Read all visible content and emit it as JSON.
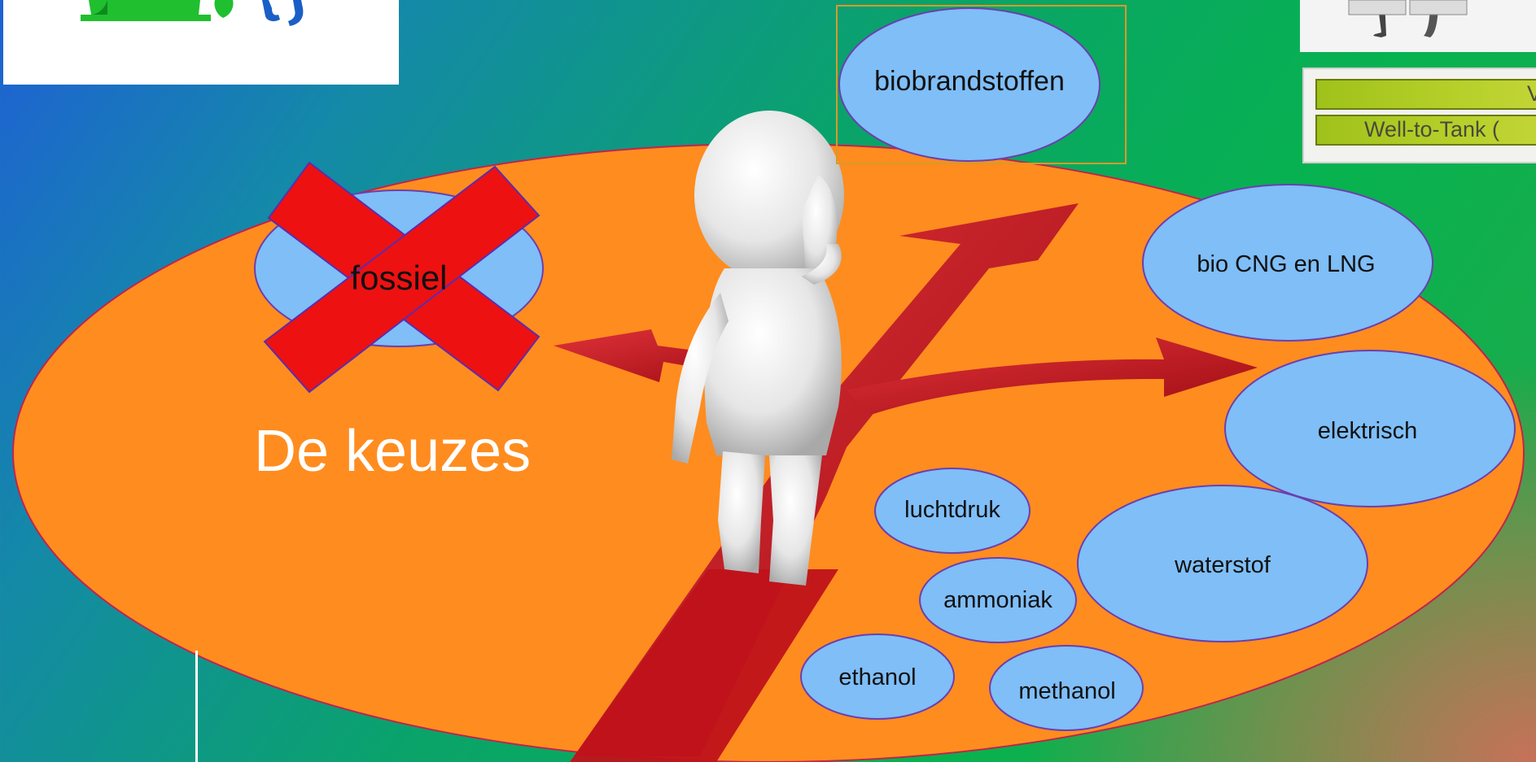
{
  "slide": {
    "title": "De keuzes",
    "choices": {
      "fossiel": "fossiel",
      "biobrandstoffen": "biobrandstoffen",
      "bio_cng_lng": "bio CNG en LNG",
      "elektrisch": "elektrisch",
      "waterstof": "waterstof",
      "luchtdruk": "luchtdruk",
      "ammoniak": "ammoniak",
      "ethanol": "ethanol",
      "methanol": "methanol"
    },
    "excluded_choice": "fossiel"
  },
  "pasted_chart": {
    "row1_label": "V",
    "row2_label": "Well-to-Tank ("
  },
  "colors": {
    "big_oval": "#ff8c1f",
    "choice_oval": "#7fbef7",
    "cross": "#ee1111",
    "arrow": "#c8141c"
  },
  "icons": {
    "cross": "x-cross-icon",
    "figure": "thinking-person-figure",
    "arrows": "crossroads-arrows"
  }
}
